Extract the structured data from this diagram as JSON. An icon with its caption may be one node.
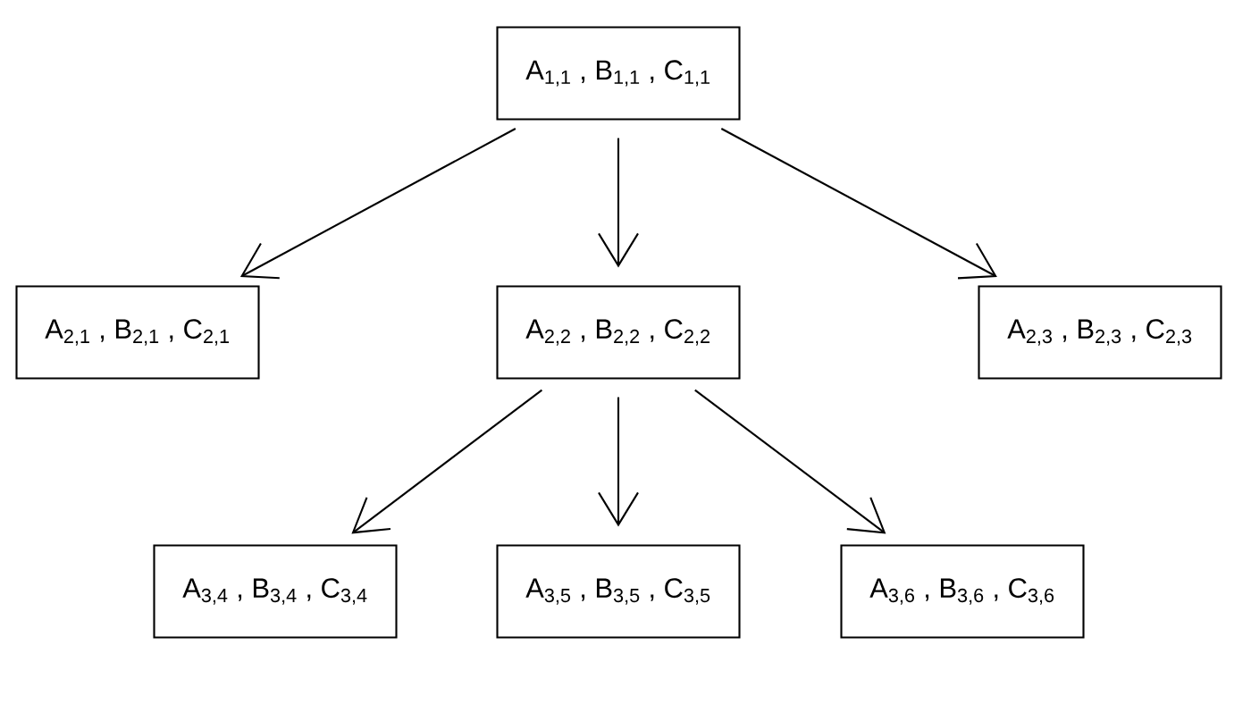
{
  "diagram": {
    "nodes": [
      {
        "text": [
          "A$_{1,1}$ , B$_{1,1}$ , C$_{1,1}$"
        ]
      },
      {
        "text": [
          "A$_{2,1}$ , B$_{2,1}$ , C$_{2,1}$"
        ]
      },
      {
        "text": [
          "A$_{2,2}$ , B$_{2,2}$ , C$_{2,2}$"
        ]
      },
      {
        "text": [
          "A$_{2,3}$ , B$_{2,3}$ , C$_{2,3}$"
        ]
      },
      {
        "text": [
          "A$_{3,4}$ , B$_{3,4}$ , C$_{3,4}$"
        ]
      },
      {
        "text": [
          "A$_{3,5}$ , B$_{3,5}$ , C$_{3,5}$"
        ]
      },
      {
        "text": [
          "A$_{3,6}$ , B$_{3,6}$ , C$_{3,6}$"
        ]
      }
    ],
    "edges": [
      {
        "from": 0,
        "to": 1,
        "arrow": "to"
      },
      {
        "from": 0,
        "to": 2,
        "arrow": "to"
      },
      {
        "from": 0,
        "to": 3,
        "arrow": "to"
      },
      {
        "from": 2,
        "to": 4,
        "arrow": "to"
      },
      {
        "from": 2,
        "to": 5,
        "arrow": "to"
      },
      {
        "from": 2,
        "to": 6,
        "arrow": "to"
      }
    ]
  }
}
